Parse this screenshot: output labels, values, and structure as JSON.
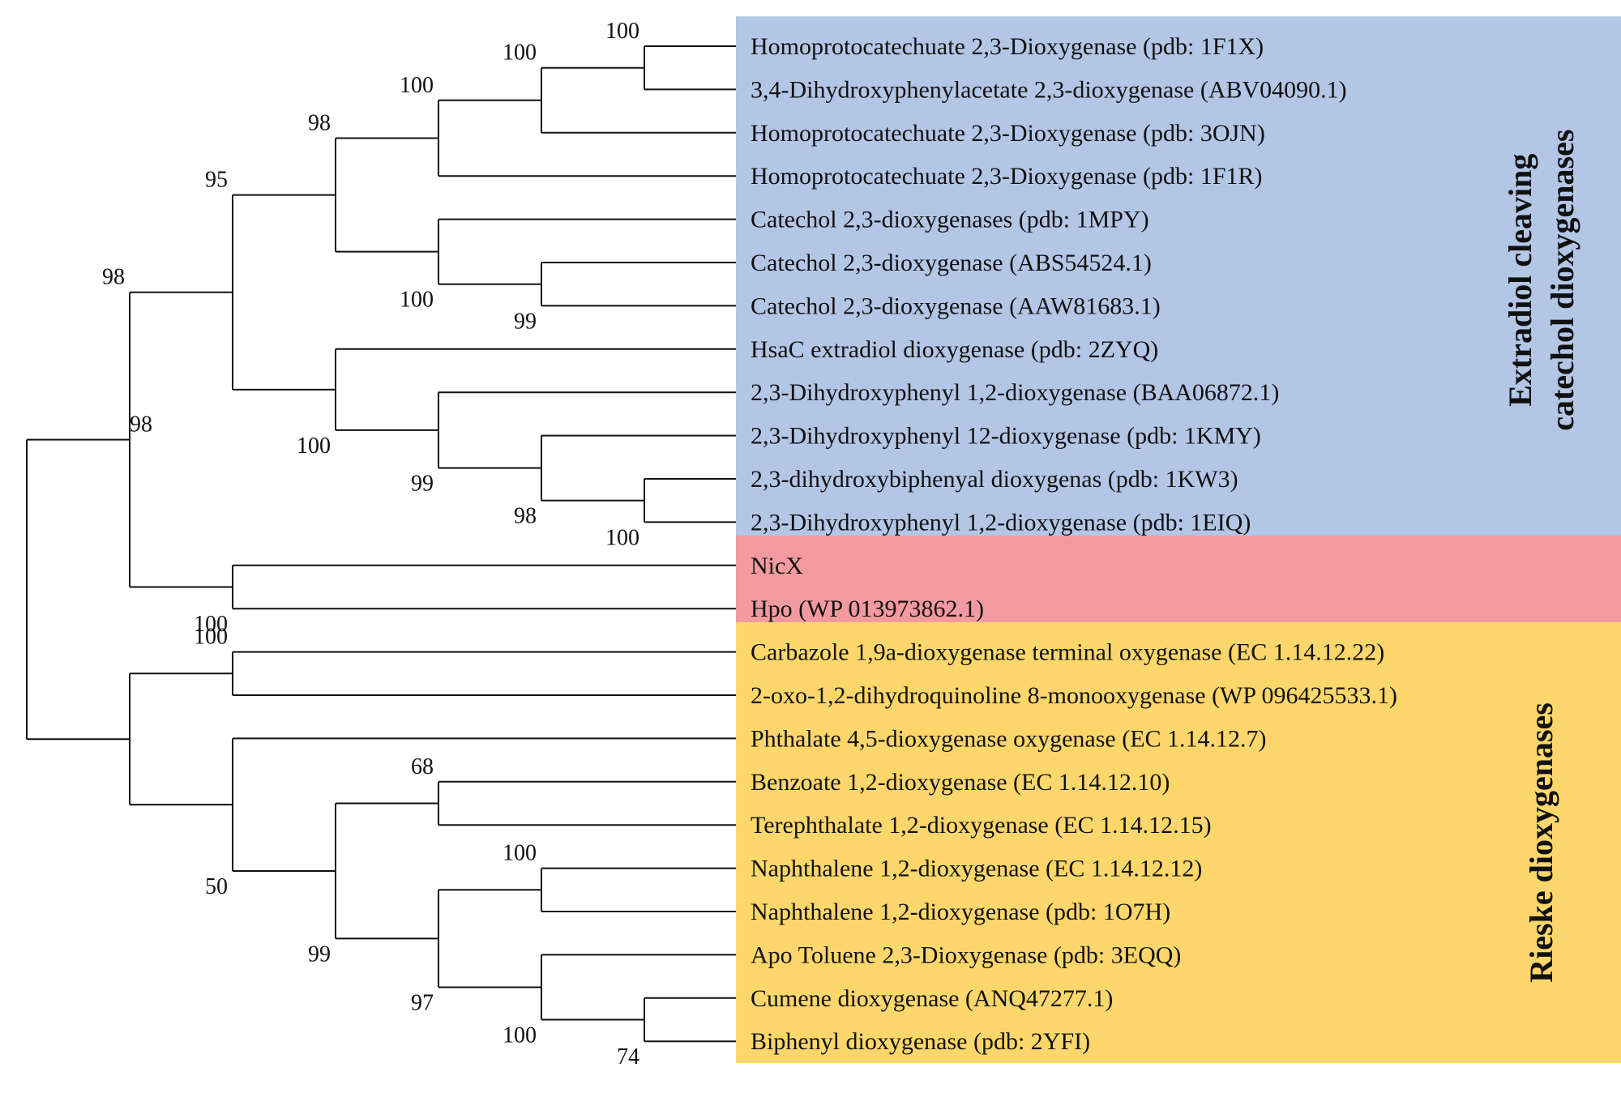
{
  "groups": [
    {
      "id": "extradiol",
      "label_lines": [
        "Extradiol cleaving",
        "catechol dioxygenases"
      ],
      "color": "#b4c6e6"
    },
    {
      "id": "nicx",
      "label_lines": [],
      "color": "#f29a9f"
    },
    {
      "id": "rieske",
      "label_lines": [
        "Rieske dioxygenases"
      ],
      "color": "#fdd76b"
    }
  ],
  "tree": {
    "support": "98",
    "children": [
      {
        "support": "98",
        "children": [
          {
            "support": "95",
            "children": [
              {
                "support": "98",
                "children": [
                  {
                    "support": "100",
                    "children": [
                      {
                        "support": "100",
                        "children": [
                          {
                            "support": "100",
                            "children": [
                              {
                                "label": "Homoprotocatechuate 2,3-Dioxygenase (pdb: 1F1X)",
                                "group": "extradiol"
                              },
                              {
                                "label": "3,4-Dihydroxyphenylacetate 2,3-dioxygenase (ABV04090.1)",
                                "group": "extradiol"
                              }
                            ]
                          },
                          {
                            "label": "Homoprotocatechuate 2,3-Dioxygenase (pdb: 3OJN)",
                            "group": "extradiol"
                          }
                        ]
                      },
                      {
                        "label": "Homoprotocatechuate 2,3-Dioxygenase (pdb: 1F1R)",
                        "group": "extradiol"
                      }
                    ]
                  },
                  {
                    "support": "100",
                    "children": [
                      {
                        "label": "Catechol 2,3-dioxygenases (pdb: 1MPY)",
                        "group": "extradiol"
                      },
                      {
                        "support": "99",
                        "children": [
                          {
                            "label": "Catechol 2,3-dioxygenase (ABS54524.1)",
                            "group": "extradiol"
                          },
                          {
                            "label": "Catechol 2,3-dioxygenase (AAW81683.1)",
                            "group": "extradiol"
                          }
                        ]
                      }
                    ]
                  }
                ]
              },
              {
                "support": "100",
                "children": [
                  {
                    "label": "HsaC extradiol dioxygenase (pdb: 2ZYQ)",
                    "group": "extradiol"
                  },
                  {
                    "support": "99",
                    "children": [
                      {
                        "label": "2,3-Dihydroxyphenyl 1,2-dioxygenase (BAA06872.1)",
                        "group": "extradiol"
                      },
                      {
                        "support": "98",
                        "children": [
                          {
                            "label": "2,3-Dihydroxyphenyl 12-dioxygenase (pdb: 1KMY)",
                            "group": "extradiol"
                          },
                          {
                            "support": "100",
                            "children": [
                              {
                                "label": "2,3-dihydroxybiphenyal dioxygenas (pdb: 1KW3)",
                                "group": "extradiol"
                              },
                              {
                                "label": "2,3-Dihydroxyphenyl 1,2-dioxygenase (pdb: 1EIQ)",
                                "group": "extradiol"
                              }
                            ]
                          }
                        ]
                      }
                    ]
                  }
                ]
              }
            ]
          },
          {
            "support": "100",
            "children": [
              {
                "label": "NicX",
                "group": "nicx"
              },
              {
                "label": "Hpo (WP 013973862.1)",
                "group": "nicx"
              }
            ]
          }
        ]
      },
      {
        "support": "",
        "children": [
          {
            "support": "100",
            "children": [
              {
                "label": "Carbazole 1,9a-dioxygenase terminal oxygenase (EC 1.14.12.22)",
                "group": "rieske"
              },
              {
                "label": "2-oxo-1,2-dihydroquinoline 8-monooxygenase (WP 096425533.1)",
                "group": "rieske"
              }
            ]
          },
          {
            "support": "50",
            "children": [
              {
                "label": "Phthalate 4,5-dioxygenase oxygenase (EC 1.14.12.7)",
                "group": "rieske"
              },
              {
                "support": "99",
                "children": [
                  {
                    "support": "68",
                    "children": [
                      {
                        "label": "Benzoate 1,2-dioxygenase (EC 1.14.12.10)",
                        "group": "rieske"
                      },
                      {
                        "label": "Terephthalate 1,2-dioxygenase (EC 1.14.12.15)",
                        "group": "rieske"
                      }
                    ]
                  },
                  {
                    "support": "97",
                    "children": [
                      {
                        "support": "100",
                        "children": [
                          {
                            "label": "Naphthalene 1,2-dioxygenase (EC 1.14.12.12)",
                            "group": "rieske"
                          },
                          {
                            "label": "Naphthalene 1,2-dioxygenase (pdb: 1O7H)",
                            "group": "rieske"
                          }
                        ]
                      },
                      {
                        "support": "100",
                        "children": [
                          {
                            "label": "Apo Toluene 2,3-Dioxygenase (pdb: 3EQQ)",
                            "group": "rieske"
                          },
                          {
                            "support": "74",
                            "children": [
                              {
                                "label": "Cumene dioxygenase (ANQ47277.1)",
                                "group": "rieske"
                              },
                              {
                                "label": "Biphenyl dioxygenase (pdb: 2YFI)",
                                "group": "rieske"
                              }
                            ]
                          }
                        ]
                      }
                    ]
                  }
                ]
              }
            ]
          }
        ]
      }
    ]
  }
}
